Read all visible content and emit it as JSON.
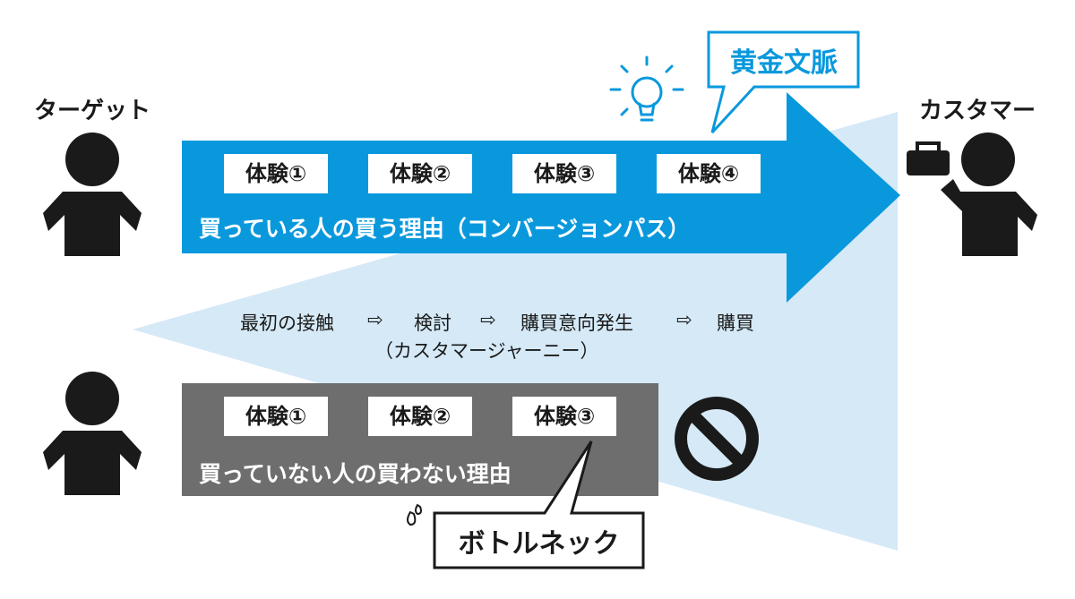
{
  "labels": {
    "target": "ターゲット",
    "customer": "カスタマー",
    "golden_context": "黄金文脈",
    "bottleneck": "ボトルネック"
  },
  "conversion_path": {
    "title": "買っている人の買う理由（コンバージョンパス）",
    "steps": [
      "体験①",
      "体験②",
      "体験③",
      "体験④"
    ]
  },
  "non_buyer_path": {
    "title": "買っていない人の買わない理由",
    "steps": [
      "体験①",
      "体験②",
      "体験③"
    ]
  },
  "journey": {
    "stages": [
      "最初の接触",
      "検討",
      "購買意向発生",
      "購買"
    ],
    "arrow_glyph": "⇨",
    "caption": "（カスタマージャーニー）"
  },
  "colors": {
    "primary_blue": "#0a98dc",
    "light_blue": "#d5e9f7",
    "gray_band": "#6e6e6e",
    "icon_black": "#1a1a1a"
  },
  "icons": [
    "person-icon",
    "shopper-with-bag-icon",
    "lightbulb-icon",
    "prohibited-icon",
    "sweat-drop-icon"
  ]
}
